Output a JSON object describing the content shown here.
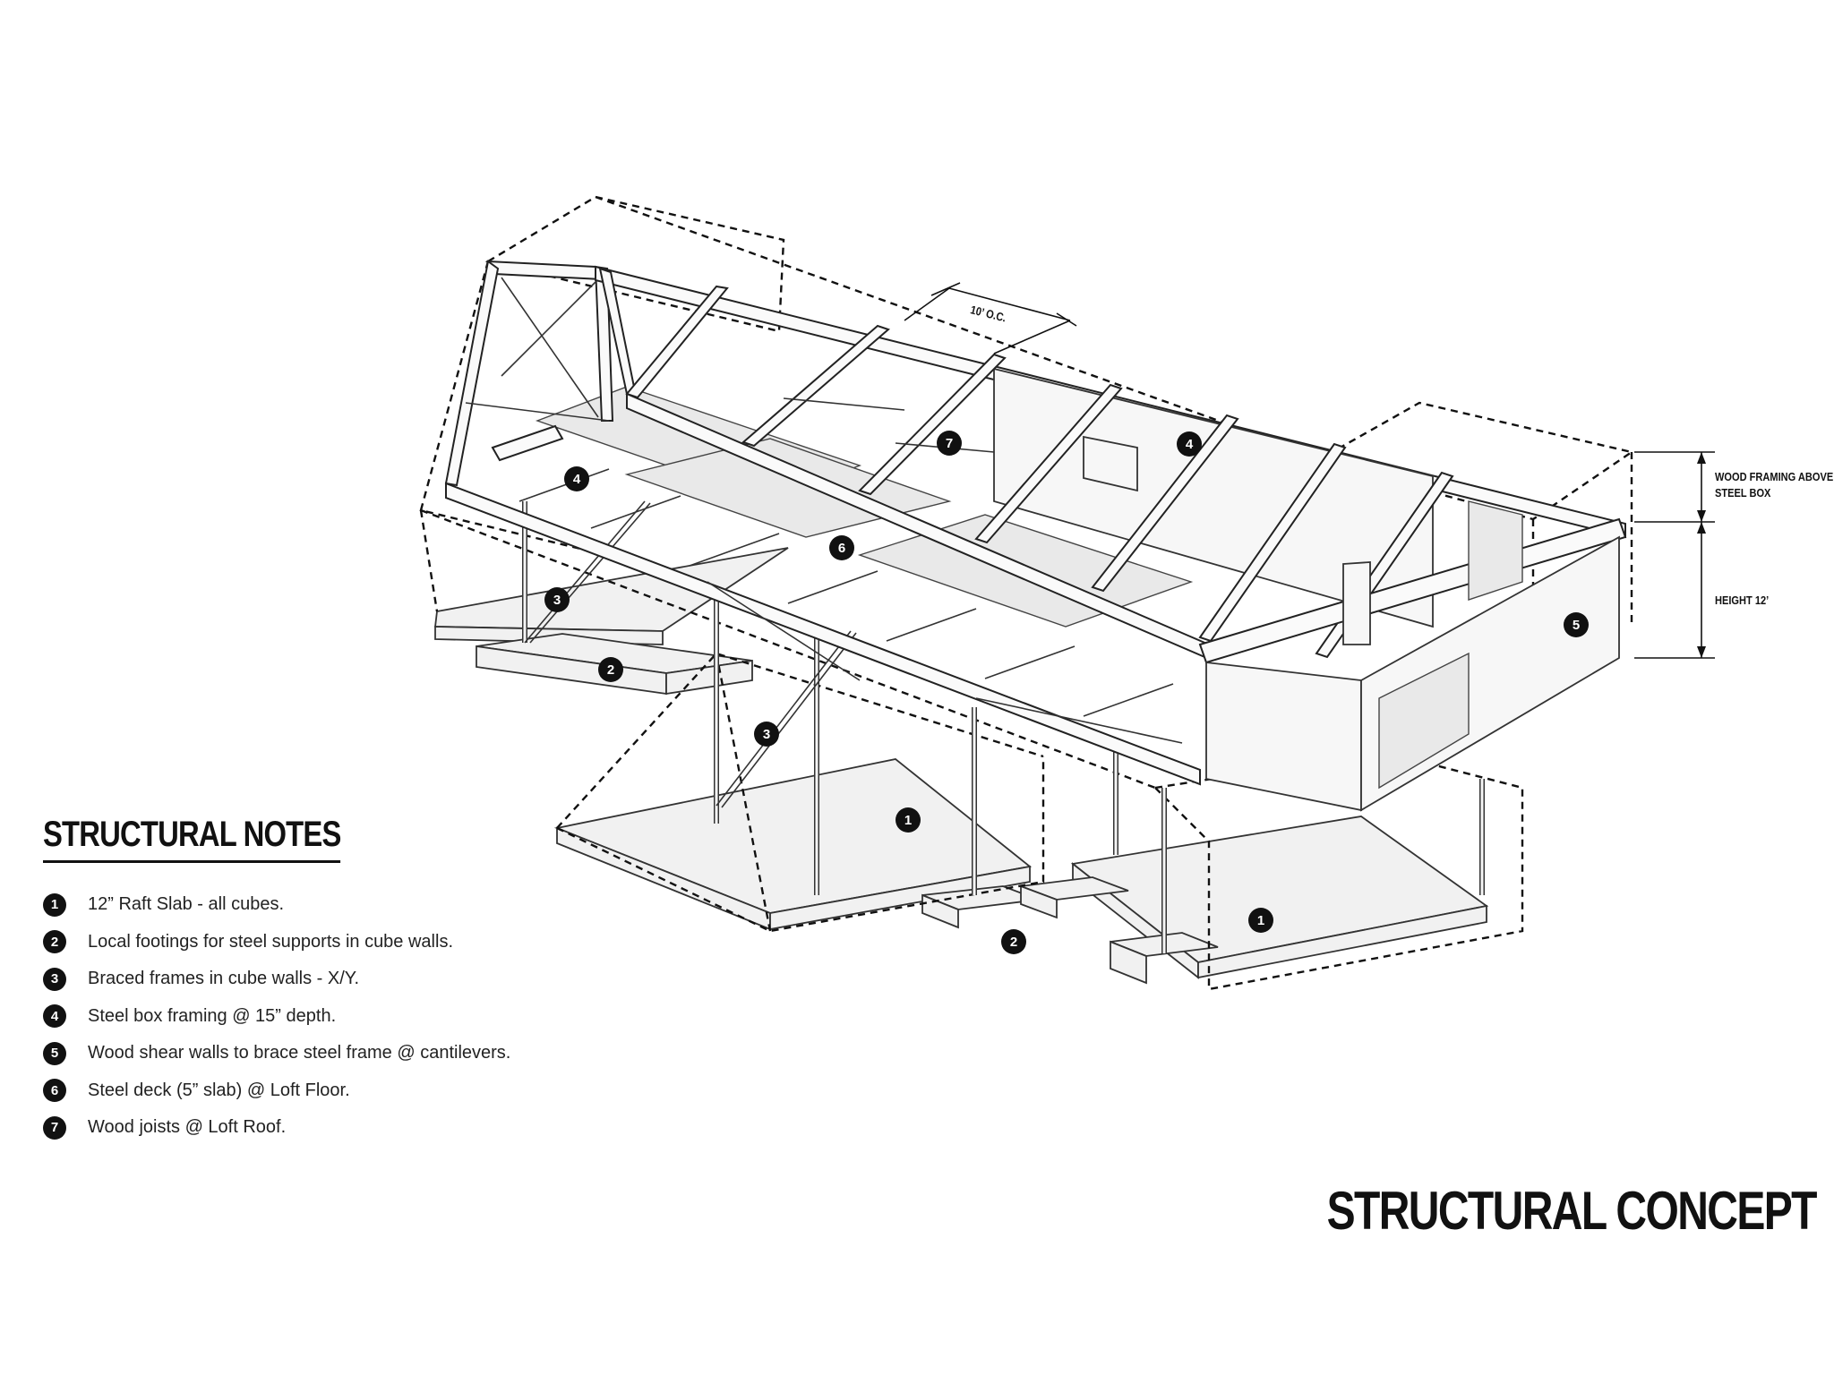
{
  "title": "STRUCTURAL CONCEPT",
  "notes": {
    "heading": "STRUCTURAL NOTES",
    "items": [
      {
        "num": "1",
        "text": "12” Raft Slab - all cubes."
      },
      {
        "num": "2",
        "text": "Local footings for steel supports in cube walls."
      },
      {
        "num": "3",
        "text": "Braced frames in cube walls -  X/Y."
      },
      {
        "num": "4",
        "text": "Steel box framing @ 15” depth."
      },
      {
        "num": "5",
        "text": "Wood shear walls to brace steel frame @ cantilevers."
      },
      {
        "num": "6",
        "text": "Steel deck (5” slab) @ Loft Floor."
      },
      {
        "num": "7",
        "text": "Wood joists @ Loft Roof."
      }
    ]
  },
  "diagram": {
    "dimension_labels": {
      "spacing": "10’ O.C.",
      "wood_framing_line1": "WOOD FRAMING ABOVE",
      "wood_framing_line2": "STEEL BOX",
      "height": "HEIGHT 12’"
    },
    "callouts": [
      "1",
      "1",
      "2",
      "2",
      "3",
      "3",
      "4",
      "4",
      "5",
      "6",
      "7"
    ]
  },
  "colors": {
    "ink": "#111111",
    "slab_fill": "#f1f1f1",
    "frame_fill": "#fafafa",
    "background": "#ffffff"
  }
}
